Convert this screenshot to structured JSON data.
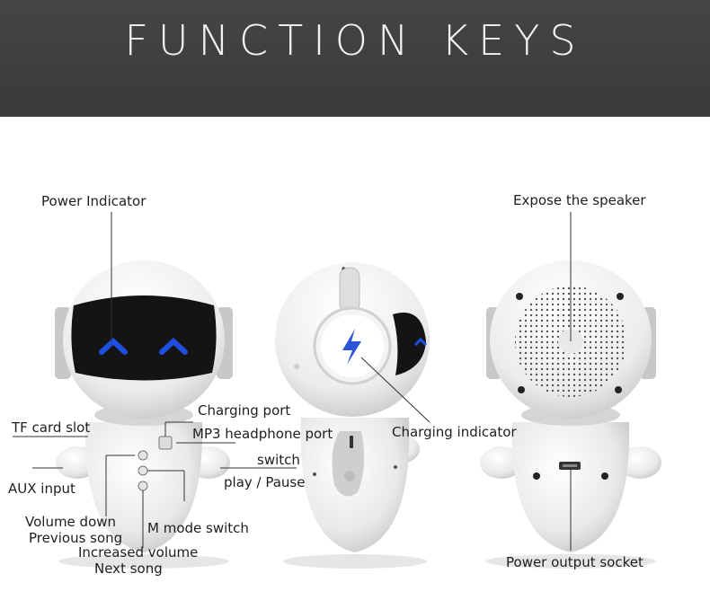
{
  "banner": {
    "title": "FUNCTION KEYS"
  },
  "front": {
    "power_indicator": "Power Indicator",
    "tf_card_slot": "TF card slot",
    "aux_input": "AUX input",
    "charging_port": "Charging port",
    "mp3_headphone_port": "MP3 headphone port",
    "switch": "switch",
    "play_pause": "play / Pause",
    "volume_down": "Volume down",
    "previous_song": "Previous song",
    "m_mode_switch": "M mode switch",
    "increased_volume": "Increased volume",
    "next_song": "Next song"
  },
  "side": {
    "charging_indicator": "Charging indicator"
  },
  "back": {
    "expose_speaker": "Expose the speaker",
    "power_output_socket": "Power output socket"
  },
  "colors": {
    "banner": "#3f3f3f",
    "eyes": "#1f4fe0",
    "bolt": "#2a55d6"
  }
}
